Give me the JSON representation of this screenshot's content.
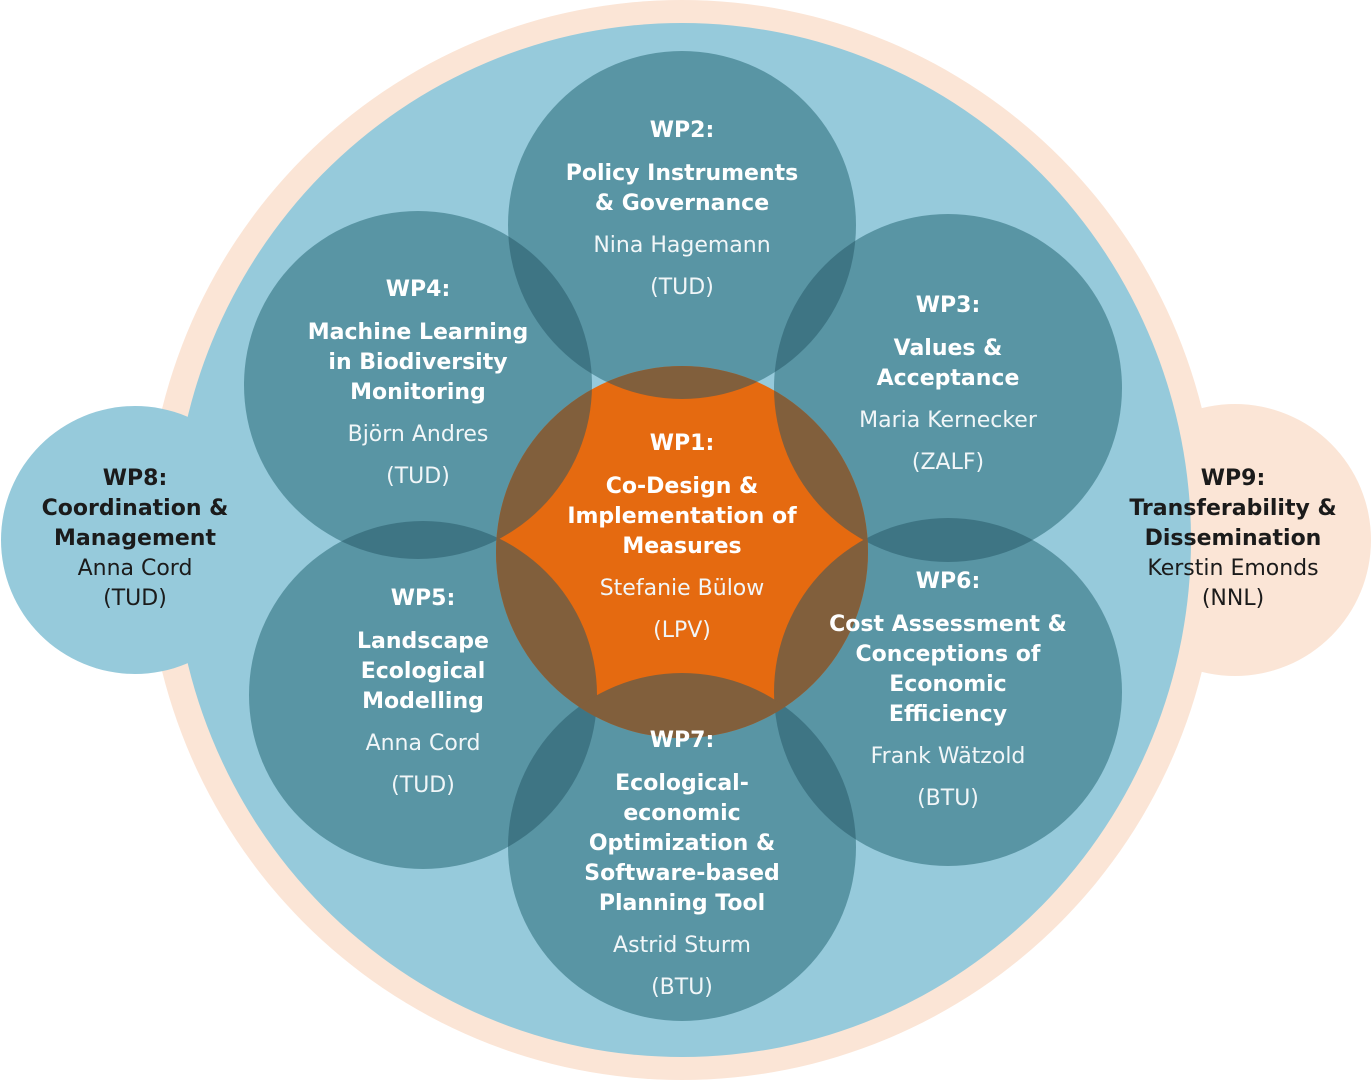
{
  "colors": {
    "outer_ring": "#fbe5d6",
    "outer_blue": "#96cadb",
    "teal_circle": "#4f8c9c",
    "teal_overlap": "#3b6f7c",
    "center_orange": "#e56a10",
    "center_overlap": "#7f5e3a",
    "side_peach": "#fbe5d6",
    "side_blue": "#96cadb"
  },
  "work_packages": [
    {
      "key": "wp1",
      "id": "WP1:",
      "title": [
        "Co-Design &",
        "Implementation of",
        "Measures"
      ],
      "person": "Stefanie Bülow",
      "institution": "(LPV)"
    },
    {
      "key": "wp2",
      "id": "WP2:",
      "title": [
        "Policy Instruments",
        "& Governance"
      ],
      "person": "Nina Hagemann",
      "institution": "(TUD)"
    },
    {
      "key": "wp3",
      "id": "WP3:",
      "title": [
        "Values &",
        "Acceptance"
      ],
      "person": "Maria Kernecker",
      "institution": "(ZALF)"
    },
    {
      "key": "wp4",
      "id": "WP4:",
      "title": [
        "Machine Learning",
        "in Biodiversity",
        "Monitoring"
      ],
      "person": "Björn Andres",
      "institution": "(TUD)"
    },
    {
      "key": "wp5",
      "id": "WP5:",
      "title": [
        "Landscape",
        "Ecological",
        "Modelling"
      ],
      "person": "Anna Cord",
      "institution": "(TUD)"
    },
    {
      "key": "wp6",
      "id": "WP6:",
      "title": [
        "Cost Assessment &",
        "Conceptions of",
        "Economic",
        "Efficiency"
      ],
      "person": "Frank Wätzold",
      "institution": "(BTU)"
    },
    {
      "key": "wp7",
      "id": "WP7:",
      "title": [
        "Ecological-",
        "economic",
        "Optimization &",
        "Software-based",
        "Planning Tool"
      ],
      "person": "Astrid Sturm",
      "institution": "(BTU)"
    },
    {
      "key": "wp8",
      "id": "WP8:",
      "title": [
        "Coordination &",
        "Management"
      ],
      "person": "Anna Cord",
      "institution": "(TUD)"
    },
    {
      "key": "wp9",
      "id": "WP9:",
      "title": [
        "Transferability &",
        "Dissemination"
      ],
      "person": "Kerstin Emonds",
      "institution": "(NNL)"
    }
  ]
}
